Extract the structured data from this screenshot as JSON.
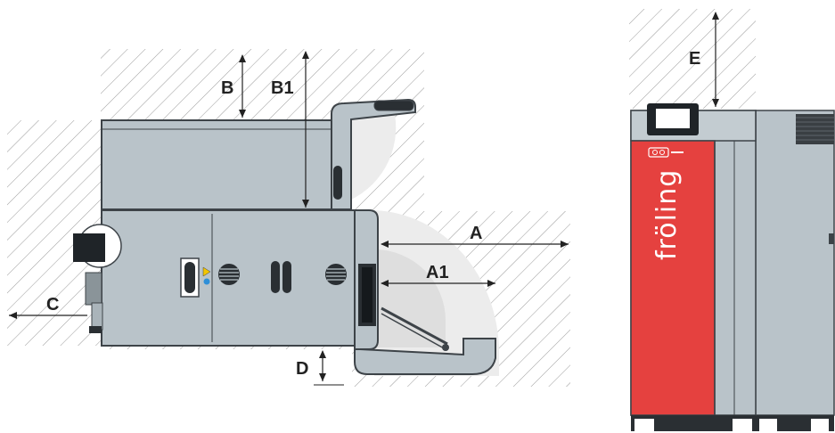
{
  "dimension_labels": {
    "a": "A",
    "a1": "A1",
    "b": "B",
    "b1": "B1",
    "c": "C",
    "d": "D",
    "e": "E"
  },
  "brand": {
    "name": "fröling"
  },
  "colors": {
    "unit_body": "#b9c3c9",
    "unit_outline": "#3d4348",
    "front_panel": "#e5413f",
    "hatch": "#9a9a9a",
    "swing_area": "#e9e9e9"
  },
  "icons": [
    "viewing-window-icon",
    "fan-vent-icon",
    "warning-triangle-icon",
    "info-dot-icon",
    "control-display-icon"
  ]
}
